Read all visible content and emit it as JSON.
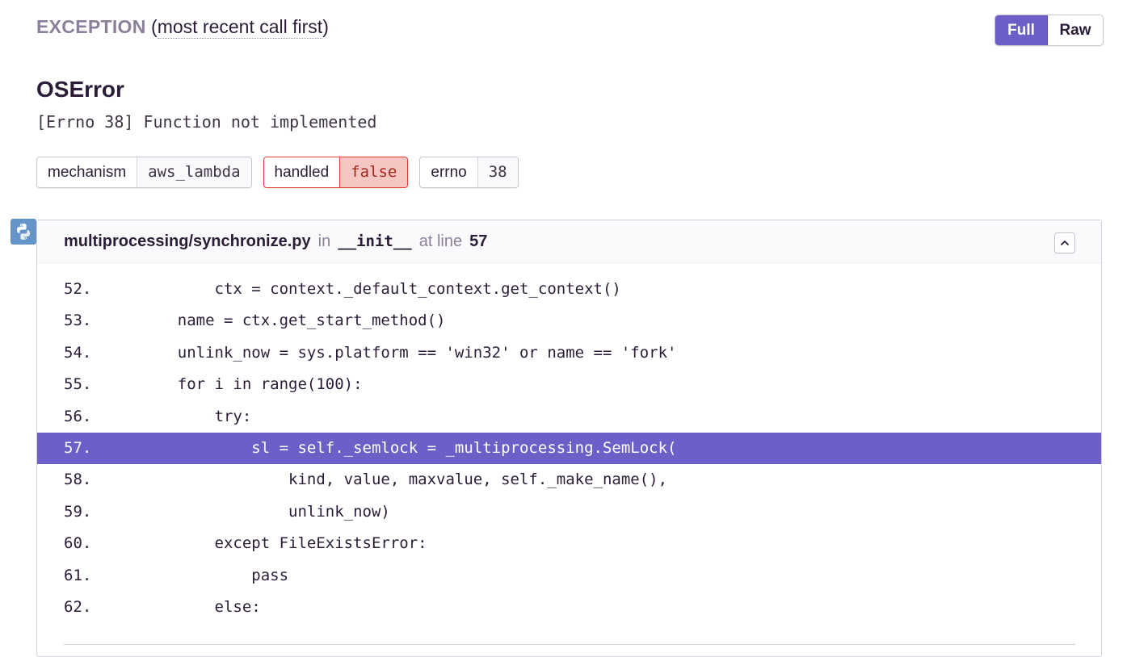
{
  "header": {
    "exception_label": "EXCEPTION",
    "order_label": "most recent call first"
  },
  "view_toggle": {
    "full_label": "Full",
    "raw_label": "Raw",
    "selected": "Full"
  },
  "error": {
    "type": "OSError",
    "message": "[Errno 38] Function not implemented"
  },
  "tags": [
    {
      "key": "mechanism",
      "value": "aws_lambda"
    },
    {
      "key": "handled",
      "value": "false"
    },
    {
      "key": "errno",
      "value": "38"
    }
  ],
  "frame": {
    "platform_icon": "python-icon",
    "filename": "multiprocessing/synchronize.py",
    "in_label": "in",
    "function": "__init__",
    "at_line_label": "at line",
    "line": "57",
    "collapse_icon": "chevron-up-icon",
    "lines": [
      {
        "num": "52.",
        "code": "        ctx = context._default_context.get_context()"
      },
      {
        "num": "53.",
        "code": "    name = ctx.get_start_method()"
      },
      {
        "num": "54.",
        "code": "    unlink_now = sys.platform == 'win32' or name == 'fork'"
      },
      {
        "num": "55.",
        "code": "    for i in range(100):"
      },
      {
        "num": "56.",
        "code": "        try:"
      },
      {
        "num": "57.",
        "code": "            sl = self._semlock = _multiprocessing.SemLock("
      },
      {
        "num": "58.",
        "code": "                kind, value, maxvalue, self._make_name(),"
      },
      {
        "num": "59.",
        "code": "                unlink_now)"
      },
      {
        "num": "60.",
        "code": "        except FileExistsError:"
      },
      {
        "num": "61.",
        "code": "            pass"
      },
      {
        "num": "62.",
        "code": "        else:"
      }
    ]
  },
  "colors": {
    "accent": "#6c5fc7",
    "danger": "#e03e2f",
    "python": "#6594c9"
  }
}
